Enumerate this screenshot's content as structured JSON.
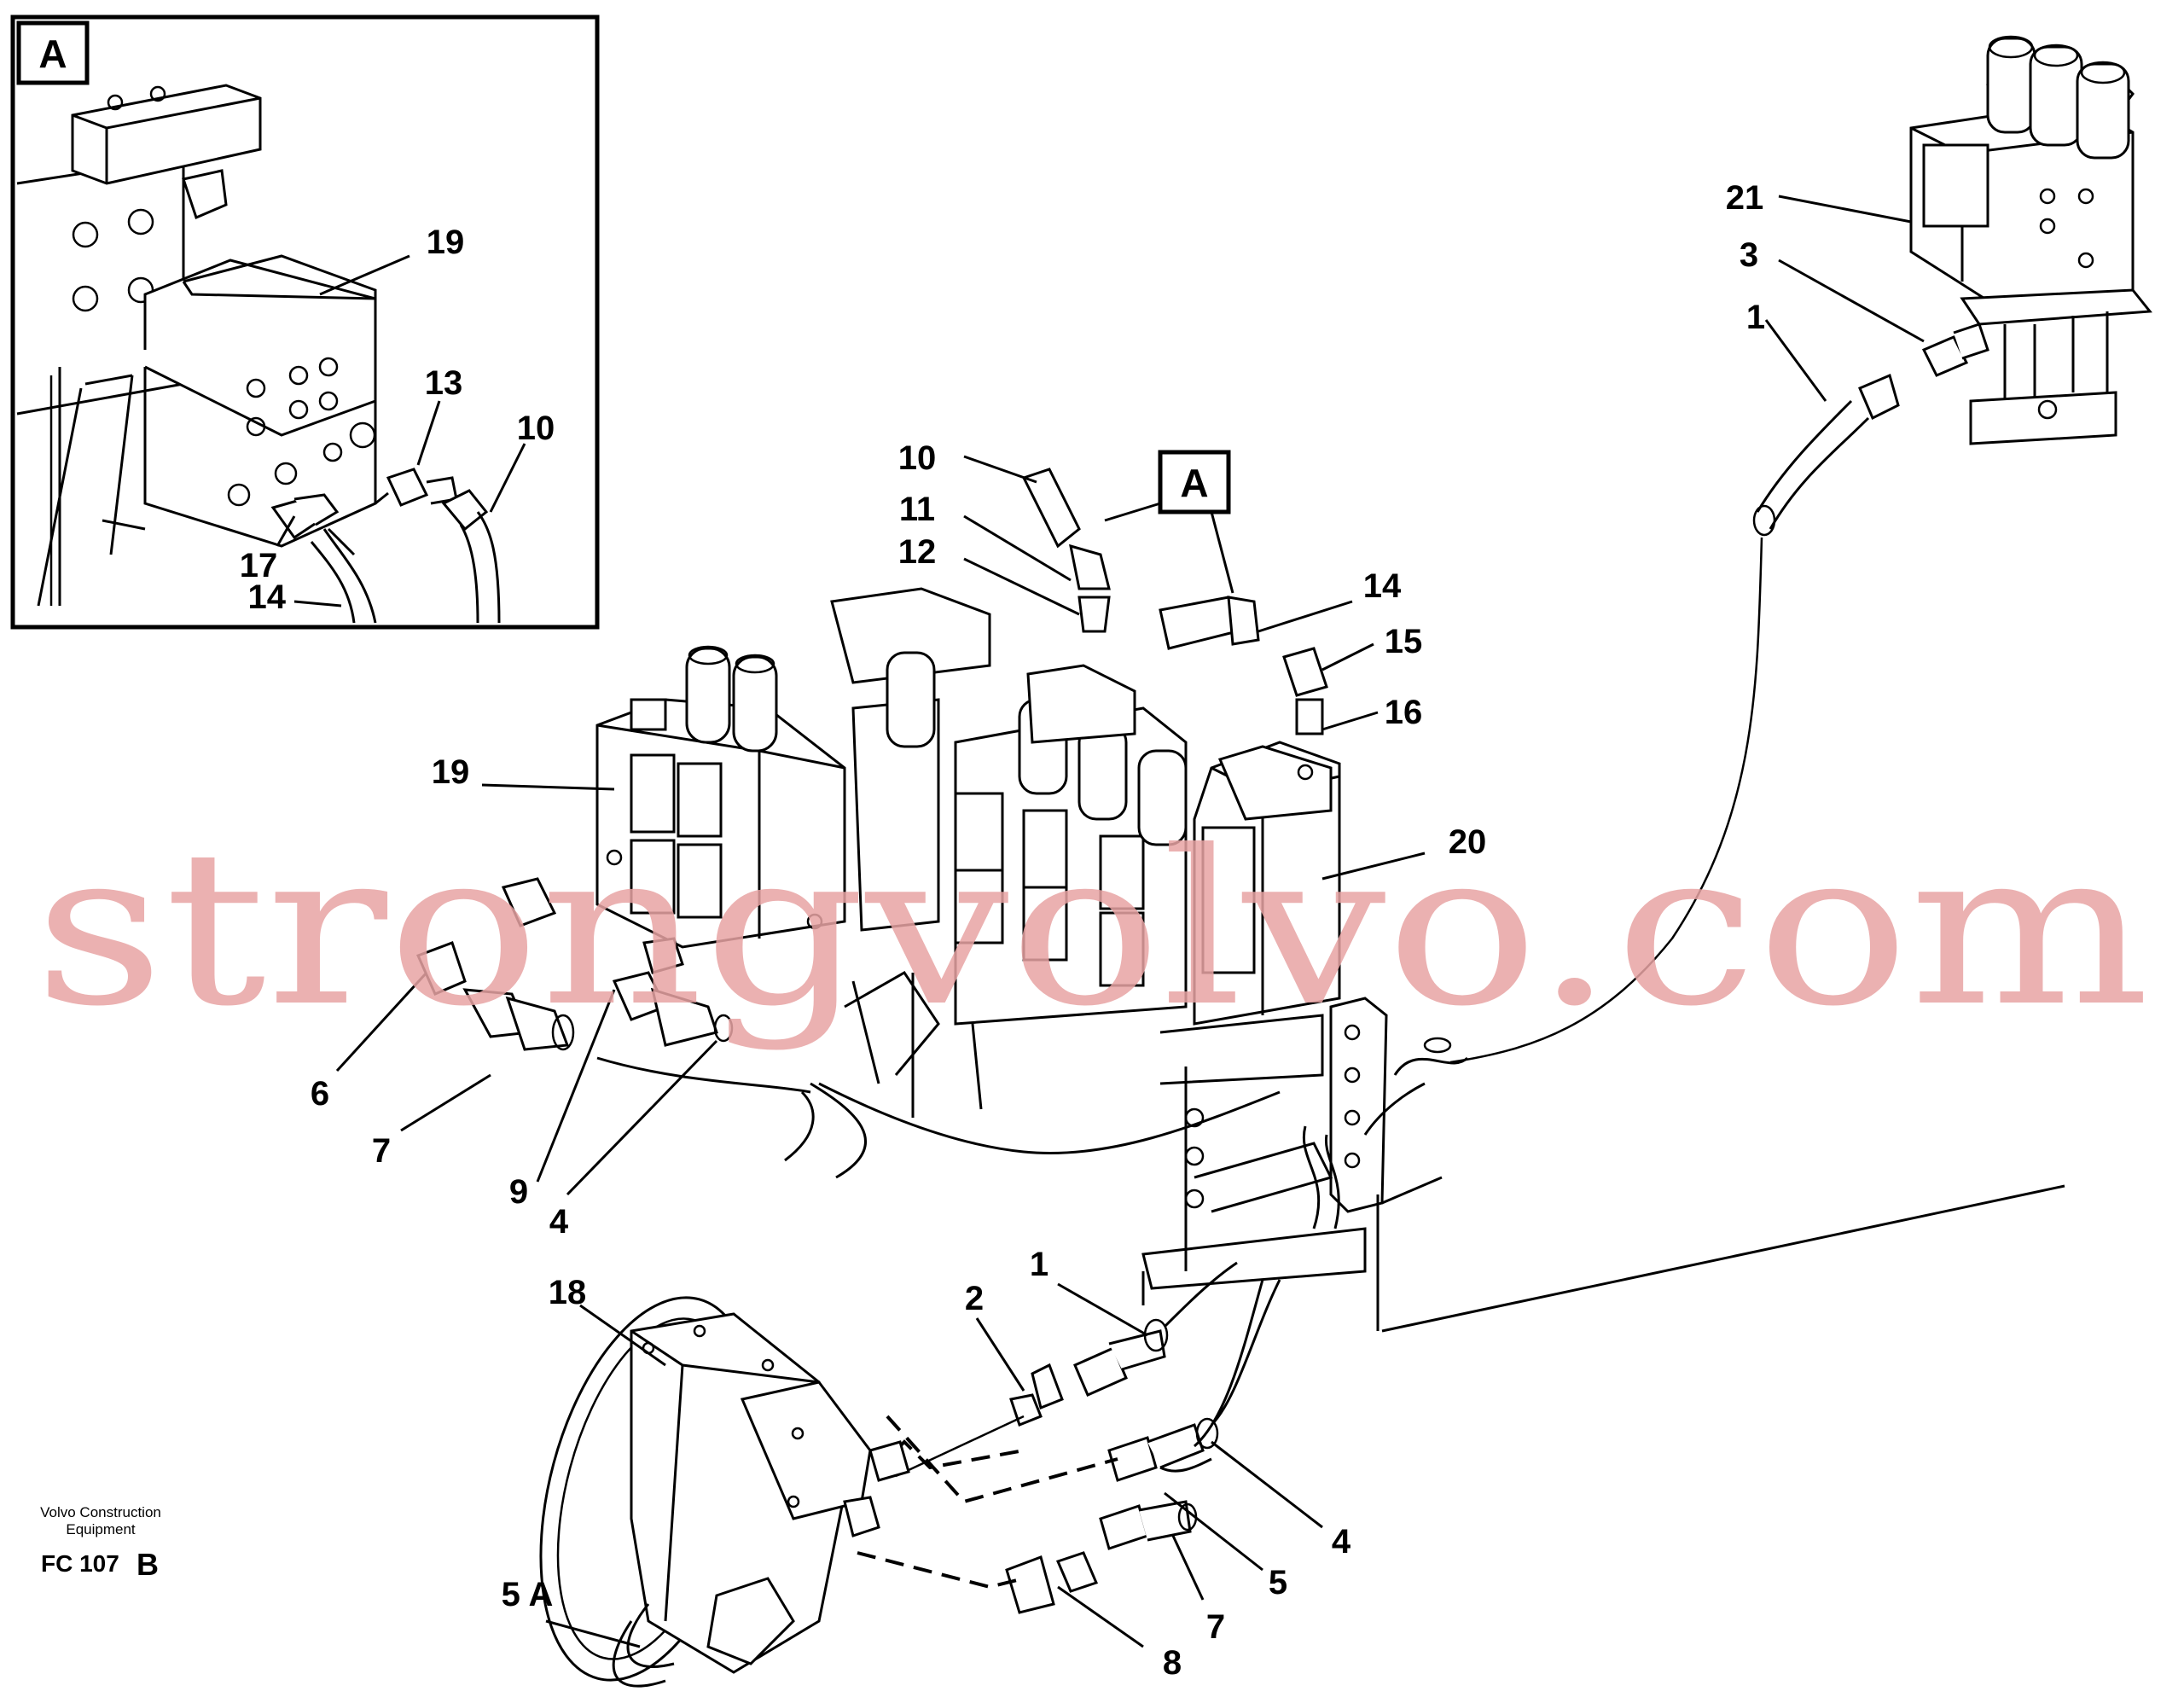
{
  "watermark": "strongvolvo.com",
  "footer": {
    "company_line1": "Volvo Construction",
    "company_line2": "Equipment",
    "code": "FC 107",
    "code_suffix": "B"
  },
  "inset": {
    "title": "A",
    "labels": [
      "19",
      "13",
      "10",
      "17",
      "14"
    ]
  },
  "callout_box": "A",
  "part_labels": [
    "10",
    "11",
    "12",
    "14",
    "15",
    "16",
    "19",
    "20",
    "21",
    "3",
    "1",
    "6",
    "7",
    "9",
    "4",
    "18",
    "2",
    "1",
    "4",
    "5",
    "7",
    "8",
    "5 A"
  ]
}
